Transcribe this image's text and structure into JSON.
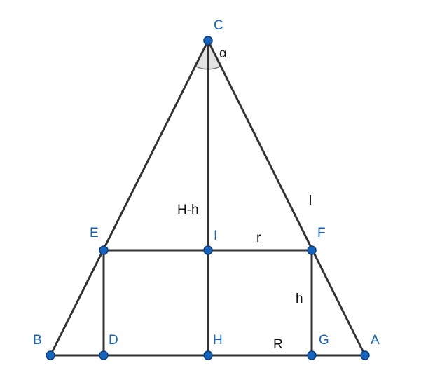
{
  "points": {
    "A": "A",
    "B": "B",
    "C": "C",
    "D": "D",
    "E": "E",
    "F": "F",
    "G": "G",
    "H": "H",
    "I": "I"
  },
  "segment_labels": {
    "slant": "l",
    "upper_height": "H-h",
    "top_radius": "r",
    "frustum_height": "h",
    "base_radius": "R",
    "apex_angle": "α"
  },
  "colors": {
    "point": "#1565c0",
    "line": "#333333",
    "label": "#1565c0",
    "angle_fill": "#d9d9d9"
  }
}
